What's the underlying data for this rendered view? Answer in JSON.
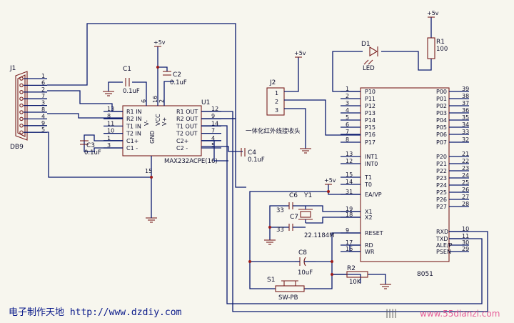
{
  "j1": {
    "ref": "J1",
    "type": "DB9",
    "pins": [
      "1",
      "6",
      "2",
      "7",
      "3",
      "8",
      "4",
      "9",
      "5"
    ]
  },
  "j2": {
    "ref": "J2",
    "pins": [
      "1",
      "2",
      "3"
    ],
    "label": "一体化红外线接收头"
  },
  "u1": {
    "ref": "U1",
    "part": "MAX232ACPE(16)",
    "left_pins": [
      {
        "num": "13",
        "name": "R1 IN"
      },
      {
        "num": "8",
        "name": "R2 IN"
      },
      {
        "num": "11",
        "name": "T1 IN"
      },
      {
        "num": "10",
        "name": "T2 IN"
      },
      {
        "num": "1",
        "name": "C1+"
      },
      {
        "num": "3",
        "name": "C1 -"
      }
    ],
    "right_pins": [
      {
        "num": "12",
        "name": "R1 OUT"
      },
      {
        "num": "9",
        "name": "R2 OUT"
      },
      {
        "num": "14",
        "name": "T1 OUT"
      },
      {
        "num": "7",
        "name": "T2 OUT"
      },
      {
        "num": "4",
        "name": "C2+"
      },
      {
        "num": "5",
        "name": "C2 -"
      }
    ],
    "top_pins": [
      {
        "num": "16",
        "name": "VCC"
      },
      {
        "num": "2",
        "name": "V+"
      },
      {
        "num": "6",
        "name": "V-"
      }
    ],
    "gnd_pin": {
      "num": "15",
      "name": "GND"
    }
  },
  "caps": {
    "c1": {
      "ref": "C1",
      "value": "0.1uF"
    },
    "c2": {
      "ref": "C2",
      "value": "0.1uF"
    },
    "c3": {
      "ref": "C3",
      "value": "0.1uF"
    },
    "c4": {
      "ref": "C4",
      "value": "0.1uF"
    },
    "c6": {
      "ref": "C6",
      "value": "33"
    },
    "c7": {
      "ref": "C7",
      "value": "33"
    },
    "c8": {
      "ref": "C8",
      "value": "10uF"
    }
  },
  "y1": {
    "ref": "Y1",
    "value": "22.1184M"
  },
  "r1": {
    "ref": "R1",
    "value": "100"
  },
  "r2": {
    "ref": "R2",
    "value": "10K"
  },
  "d1": {
    "ref": "D1",
    "value": "LED"
  },
  "s1": {
    "ref": "S1",
    "value": "SW-PB"
  },
  "supply": {
    "label": "+5v"
  },
  "mcu": {
    "ref": "8051",
    "left_pins": [
      {
        "num": "1",
        "name": "P10"
      },
      {
        "num": "2",
        "name": "P11"
      },
      {
        "num": "3",
        "name": "P12"
      },
      {
        "num": "4",
        "name": "P13"
      },
      {
        "num": "5",
        "name": "P14"
      },
      {
        "num": "6",
        "name": "P15"
      },
      {
        "num": "7",
        "name": "P16"
      },
      {
        "num": "8",
        "name": "P17"
      },
      {
        "num": "13",
        "name": "INT1"
      },
      {
        "num": "12",
        "name": "INT0"
      },
      {
        "num": "15",
        "name": "T1"
      },
      {
        "num": "14",
        "name": "T0"
      },
      {
        "num": "31",
        "name": "EA/VP"
      },
      {
        "num": "19",
        "name": "X1"
      },
      {
        "num": "18",
        "name": "X2"
      },
      {
        "num": "9",
        "name": "RESET"
      },
      {
        "num": "17",
        "name": "RD"
      },
      {
        "num": "16",
        "name": "WR"
      }
    ],
    "right_pins": [
      {
        "num": "39",
        "name": "P00"
      },
      {
        "num": "38",
        "name": "P01"
      },
      {
        "num": "37",
        "name": "P02"
      },
      {
        "num": "36",
        "name": "P03"
      },
      {
        "num": "35",
        "name": "P04"
      },
      {
        "num": "34",
        "name": "P05"
      },
      {
        "num": "33",
        "name": "P06"
      },
      {
        "num": "32",
        "name": "P07"
      },
      {
        "num": "21",
        "name": "P20"
      },
      {
        "num": "22",
        "name": "P21"
      },
      {
        "num": "23",
        "name": "P22"
      },
      {
        "num": "24",
        "name": "P23"
      },
      {
        "num": "25",
        "name": "P24"
      },
      {
        "num": "26",
        "name": "P25"
      },
      {
        "num": "27",
        "name": "P26"
      },
      {
        "num": "28",
        "name": "P27"
      },
      {
        "num": "10",
        "name": "RXD"
      },
      {
        "num": "11",
        "name": "TXD"
      },
      {
        "num": "30",
        "name": "ALE/P"
      },
      {
        "num": "29",
        "name": "PSEN"
      }
    ]
  },
  "footer": {
    "text": "电子制作天地 http://www.dzdiy.com"
  },
  "watermark": {
    "text": "www.55dianzi.com",
    "glyph": "||||"
  }
}
